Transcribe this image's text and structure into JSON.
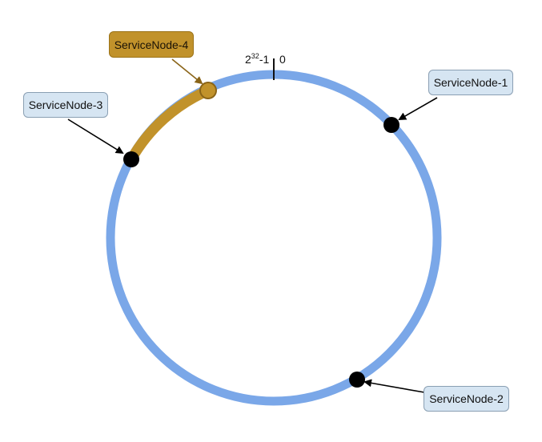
{
  "ring": {
    "ring_color": "#7aa7e8",
    "highlight_color": "#c1922b",
    "marker_color": "#000000"
  },
  "top_marker": {
    "left_base": "2",
    "left_exp": "32",
    "left_suffix": "-1",
    "right": "0"
  },
  "nodes": [
    {
      "id": "node-1",
      "label": "ServiceNode-1"
    },
    {
      "id": "node-2",
      "label": "ServiceNode-2"
    },
    {
      "id": "node-3",
      "label": "ServiceNode-3"
    },
    {
      "id": "node-4",
      "label": "ServiceNode-4"
    }
  ]
}
